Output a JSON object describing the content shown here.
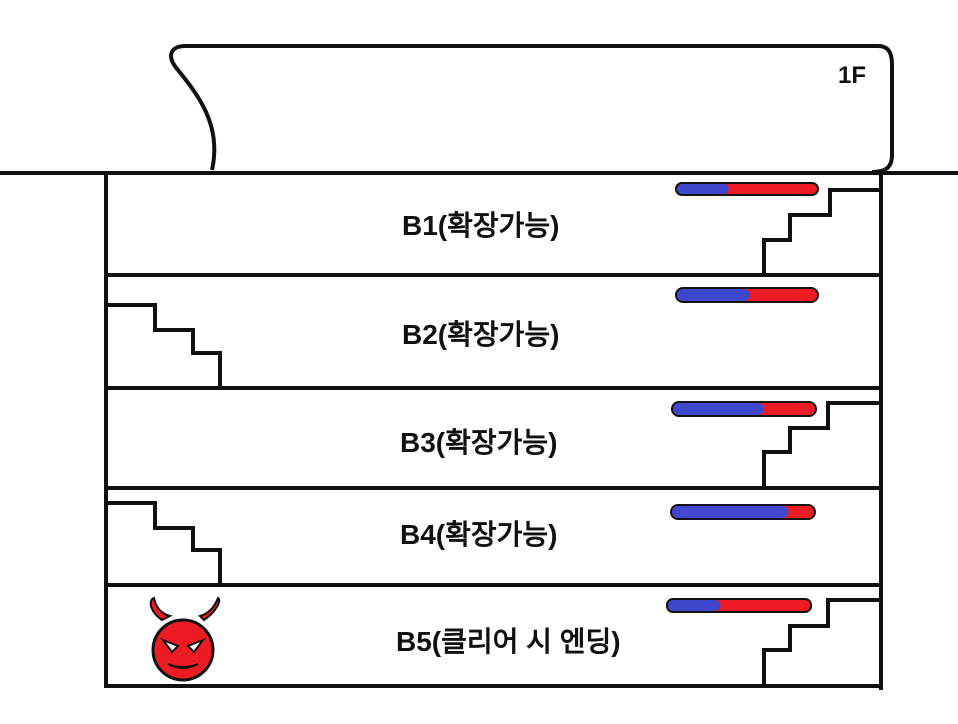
{
  "ground": {
    "label": "1F"
  },
  "floors": [
    {
      "id": "B1",
      "label": "B1(확장가능)",
      "progress": 0.37,
      "stairs_side": "right"
    },
    {
      "id": "B2",
      "label": "B2(확장가능)",
      "progress": 0.52,
      "stairs_side": "left"
    },
    {
      "id": "B3",
      "label": "B3(확장가능)",
      "progress": 0.64,
      "stairs_side": "right"
    },
    {
      "id": "B4",
      "label": "B4(확장가능)",
      "progress": 0.82,
      "stairs_side": "left"
    },
    {
      "id": "B5",
      "label": "B5(클리어 시 엔딩)",
      "progress": 0.37,
      "stairs_side": "right",
      "has_boss": true
    }
  ],
  "boss": {
    "icon": "devil-icon"
  },
  "colors": {
    "progress_fill": "#3f48cc",
    "progress_remaining": "#ed1c24",
    "line": "#111111",
    "devil": "#ed1c24"
  }
}
